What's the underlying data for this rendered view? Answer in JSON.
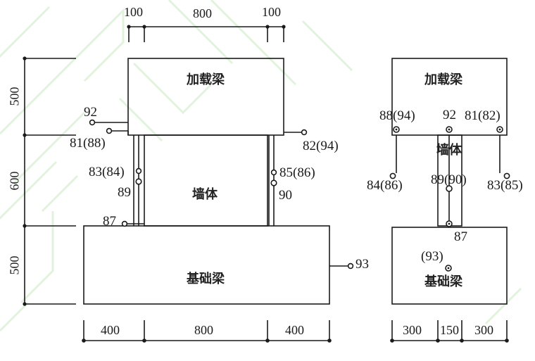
{
  "figure": {
    "type": "engineering-drawing",
    "description": "Masonry wall specimen test setup with loading beam, wall body and foundation beam; elevation view (left) and section view (right) with sensor/gauge numbering",
    "units": "mm",
    "line_color": "#1a1a1a",
    "background": "#ffffff",
    "watermark_color": "#e4f5e0"
  },
  "elevation": {
    "name": "elevation-view",
    "components": {
      "loading_beam": "加载梁",
      "wall": "墙体",
      "foundation_beam": "基础梁"
    },
    "top_dimensions": [
      "100",
      "800",
      "100"
    ],
    "bottom_dimensions": [
      "400",
      "800",
      "400"
    ],
    "left_dimensions": [
      "500",
      "600",
      "500"
    ],
    "gauges": [
      {
        "id": "g92",
        "label": "92"
      },
      {
        "id": "g81_88",
        "label": "81(88)"
      },
      {
        "id": "g82_94",
        "label": "82(94)"
      },
      {
        "id": "g83_84",
        "label": "83(84)"
      },
      {
        "id": "g85_86",
        "label": "85(86)"
      },
      {
        "id": "g89",
        "label": "89"
      },
      {
        "id": "g90",
        "label": "90"
      },
      {
        "id": "g87",
        "label": "87"
      },
      {
        "id": "g93",
        "label": "93"
      }
    ]
  },
  "section": {
    "name": "section-view",
    "components": {
      "loading_beam": "加载梁",
      "wall": "墙体",
      "foundation_beam": "基础梁"
    },
    "bottom_dimensions": [
      "300",
      "150",
      "300"
    ],
    "gauges": [
      {
        "id": "s88_94",
        "label": "88(94)"
      },
      {
        "id": "s92",
        "label": "92"
      },
      {
        "id": "s81_82",
        "label": "81(82)"
      },
      {
        "id": "s84_86",
        "label": "84(86)"
      },
      {
        "id": "s89_90",
        "label": "89(90)"
      },
      {
        "id": "s83_85",
        "label": "83(85)"
      },
      {
        "id": "s87",
        "label": "87"
      },
      {
        "id": "s93",
        "label": "(93)"
      }
    ]
  },
  "chart_data": {
    "type": "table",
    "title": "",
    "elevation_top_dims": [
      100,
      800,
      100
    ],
    "elevation_bottom_dims": [
      400,
      800,
      400
    ],
    "elevation_height_dims": [
      500,
      600,
      500
    ],
    "section_bottom_dims": [
      300,
      150,
      300
    ]
  }
}
